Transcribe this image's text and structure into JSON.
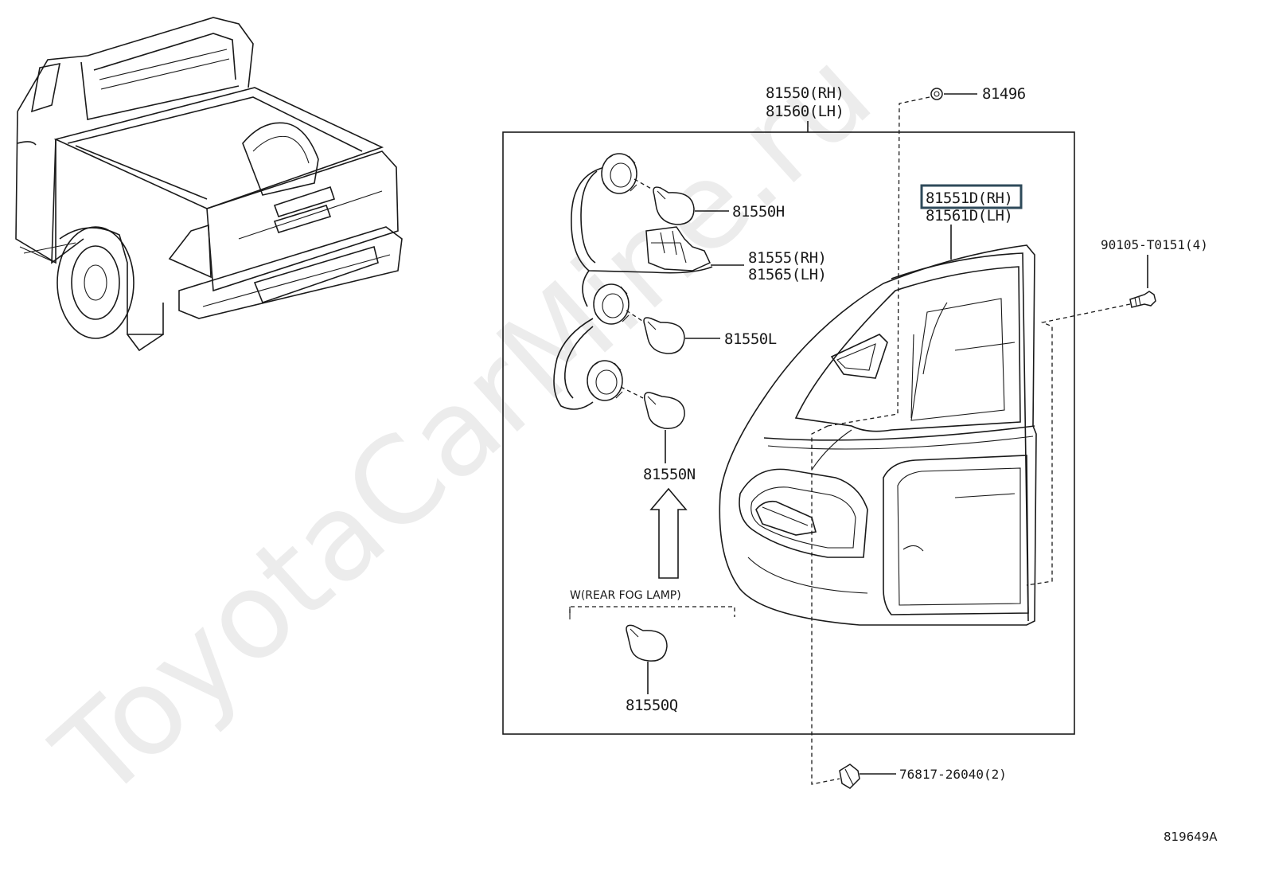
{
  "labels": {
    "assembly_rh": "81550(RH)",
    "assembly_lh": "81560(LH)",
    "grommet": "81496",
    "bulb_h": "81550H",
    "socket_rh": "81555(RH)",
    "socket_lh": "81565(LH)",
    "bulb_l": "81550L",
    "bulb_n": "81550N",
    "fog_note": "W(REAR FOG LAMP)",
    "bulb_q": "81550Q",
    "lens_rh": "81551D(RH)",
    "lens_lh": "81561D(LH)",
    "screw": "90105-T0151(4)",
    "clip": "76817-26040(2)",
    "diagram_code": "819649A"
  },
  "watermark": "ToyotaCarMine.ru",
  "colors": {
    "line": "#1a1a1a",
    "highlight_box": "#2e4a5a",
    "background": "#ffffff"
  }
}
